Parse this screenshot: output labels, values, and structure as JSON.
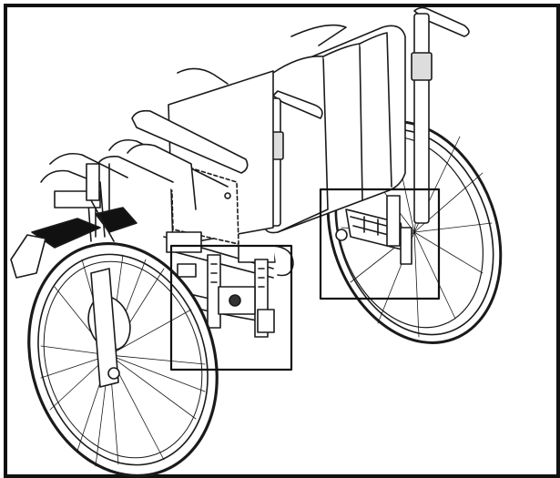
{
  "figure": {
    "subject": "wheelchair-line-drawing",
    "callouts": [
      {
        "name": "seat-frame-adjustment-callout"
      },
      {
        "name": "rear-axle-adjustment-callout"
      }
    ],
    "colors": {
      "ink": "#1a1a1a",
      "fill": "#ffffff",
      "dark": "#111111"
    }
  }
}
